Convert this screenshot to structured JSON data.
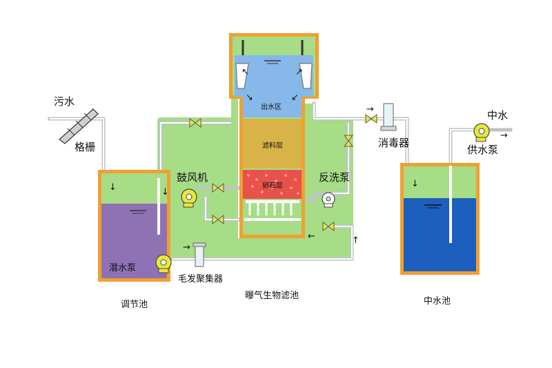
{
  "labels": {
    "sewage": "污水",
    "grille": "格栅",
    "submersible_pump": "潜水泵",
    "hair_collector": "毛发聚集器",
    "regulating_tank": "调节池",
    "blower": "鼓风机",
    "backwash_pump": "反洗泵",
    "baf": "曝气生物滤池",
    "outlet_zone": "出水区",
    "filter_layer": "滤料层",
    "gravel_layer": "卵石层",
    "disinfector": "消毒器",
    "reclaimed_water": "中水",
    "supply_pump": "供水泵",
    "reclaimed_tank": "中水池"
  },
  "colors": {
    "panel_green": "#a6dd86",
    "tank_border": "#f0a030",
    "tank_purple": "#8f72b4",
    "tank_blue": "#1d5fbf",
    "outlet_water": "#86b8ea",
    "filter_media": "#d8b347",
    "gravel": "#e8524a",
    "valve": "#e8e83a",
    "pipe": "#bfc3c6"
  }
}
